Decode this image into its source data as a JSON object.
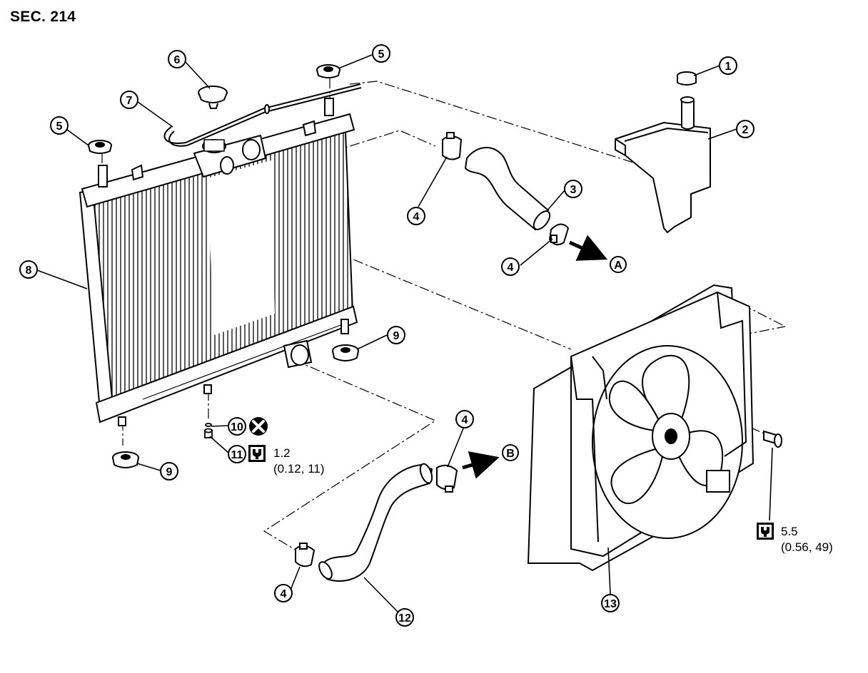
{
  "title": "SEC. 214",
  "callouts": [
    "1",
    "2",
    "3",
    "4",
    "4",
    "4",
    "4",
    "5",
    "5",
    "6",
    "7",
    "8",
    "9",
    "9",
    "10",
    "11",
    "12",
    "13"
  ],
  "letter_markers": [
    "A",
    "B"
  ],
  "torque_1": {
    "value": "1.2",
    "sub": "(0.12, 11)"
  },
  "torque_2": {
    "value": "5.5",
    "sub": "(0.56, 49)"
  },
  "icons": {
    "torque": "torque-wrench-icon",
    "no_reuse": "do-not-reuse-icon"
  }
}
